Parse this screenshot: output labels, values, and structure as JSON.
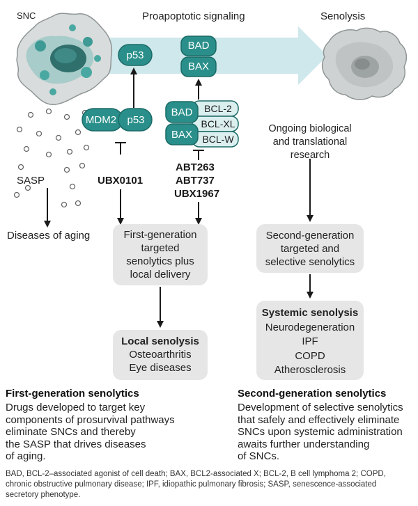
{
  "top": {
    "snc_label": "SNC",
    "signaling_label": "Proapoptotic signaling",
    "senolysis_label": "Senolysis"
  },
  "molecules": {
    "p53_top": "p53",
    "mdm2": "MDM2",
    "p53_complex": "p53",
    "bad_top": "BAD",
    "bax_top": "BAX",
    "bad_complex": "BAD",
    "bax_complex": "BAX",
    "bcl2": "BCL-2",
    "bclxl": "BCL-XL",
    "bclw": "BCL-W"
  },
  "left": {
    "sasp_label": "SASP",
    "diseases_label": "Diseases of aging"
  },
  "drugs": {
    "ubx0101": "UBX0101",
    "abt263": "ABT263",
    "abt737": "ABT737",
    "ubx1967": "UBX1967"
  },
  "research": {
    "lines": [
      "Ongoing biological",
      "and translational",
      "research"
    ]
  },
  "first_gen_box": {
    "lines": [
      "First-generation",
      "targeted",
      "senolytics plus",
      "local delivery"
    ]
  },
  "second_gen_box": {
    "lines": [
      "Second-generation",
      "targeted and",
      "selective senolytics"
    ]
  },
  "local_box": {
    "title": "Local senolysis",
    "items": [
      "Osteoarthritis",
      "Eye diseases"
    ]
  },
  "systemic_box": {
    "title": "Systemic senolysis",
    "items": [
      "Neurodegeneration",
      "IPF",
      "COPD",
      "Atherosclerosis"
    ]
  },
  "first_gen_section": {
    "title": "First-generation senolytics",
    "lines": [
      "Drugs developed to target key",
      "components of prosurvival pathways",
      "eliminate SNCs and thereby",
      "the SASP that drives diseases",
      "of aging."
    ]
  },
  "second_gen_section": {
    "title": "Second-generation senolytics",
    "lines": [
      "Development of selective senolytics",
      "that safely and effectively eliminate",
      "SNCs upon systemic administration",
      "awaits further understanding",
      "of SNCs."
    ]
  },
  "footnote": {
    "lines": [
      "BAD, BCL-2–associated agonist of cell death; BAX, BCL2-associated X; BCL-2, B cell lymphoma 2; COPD,",
      "chronic obstructive pulmonary disease; IPF, idiopathic pulmonary fibrosis; SASP, senescence-associated",
      "secretory phenotype."
    ]
  },
  "colors": {
    "teal": "#2a8f8a",
    "teal_dark": "#1a6a66",
    "pale_teal": "#dcefef",
    "arrow_band": "#cfe8ec",
    "box_gray": "#e6e6e6"
  }
}
